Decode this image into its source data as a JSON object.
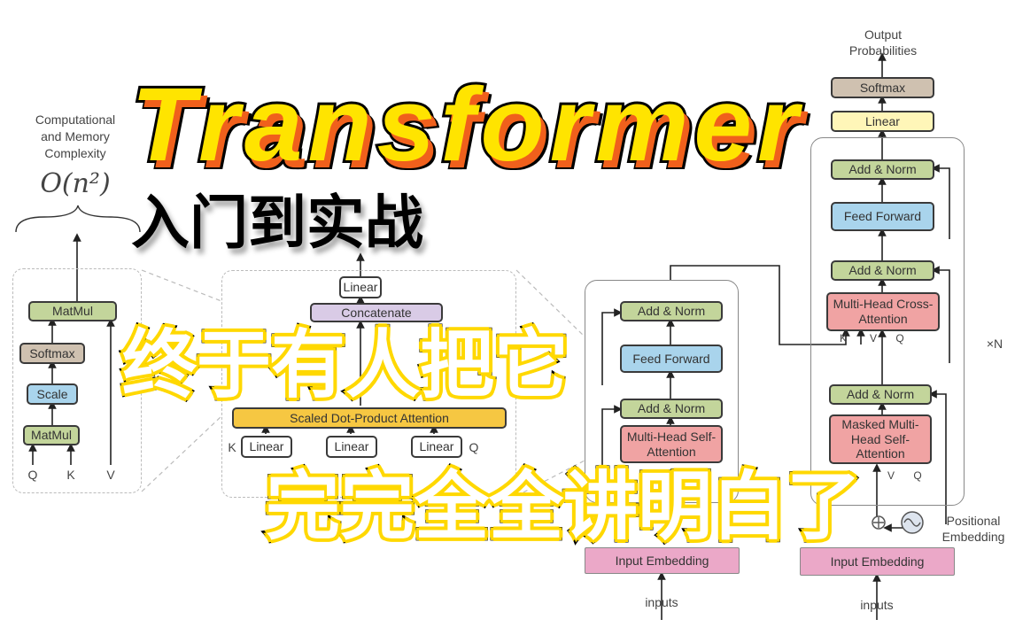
{
  "complexity": {
    "label": "Computational and Memory Complexity",
    "formula": "O(n²)"
  },
  "attention_panel": {
    "matmul_top": "MatMul",
    "softmax": "Softmax",
    "scale": "Scale",
    "matmul_bottom": "MatMul",
    "inputs": [
      "Q",
      "K",
      "V"
    ]
  },
  "multihead_panel": {
    "linear_top": "Linear",
    "concat": "Concatenate",
    "sdpa": "Scaled Dot-Product Attention",
    "linears": [
      "Linear",
      "Linear",
      "Linear"
    ],
    "inputs": [
      "K",
      "Q"
    ]
  },
  "encoder": {
    "add_norm_top": "Add & Norm",
    "feed_forward": "Feed Forward",
    "add_norm_bottom": "Add & Norm",
    "self_attention": "Multi-Head Self-Attention",
    "input_embedding": "Input Embedding",
    "inputs": "inputs"
  },
  "decoder": {
    "output_label": "Output Probabilities",
    "softmax": "Softmax",
    "linear": "Linear",
    "add_norm_1": "Add & Norm",
    "feed_forward": "Feed Forward",
    "add_norm_2": "Add & Norm",
    "cross_attention": "Multi-Head Cross-Attention",
    "cross_inputs": [
      "K",
      "V",
      "Q"
    ],
    "add_norm_3": "Add & Norm",
    "masked_attention": "Masked Multi-Head Self-Attention",
    "masked_inputs": [
      "V",
      "Q"
    ],
    "positional_embedding": "Positional Embedding",
    "input_embedding": "Input Embedding",
    "inputs": "inputs",
    "repeat": "×N"
  },
  "overlay": {
    "title": "Transformer",
    "subtitle": "入门到实战",
    "line1": "终于有人把它",
    "line2": "完完全全讲明白了"
  },
  "colors": {
    "title_fill": "#ffe400",
    "title_shadow": "#f0601c",
    "outline_yellow": "#ffd800"
  }
}
